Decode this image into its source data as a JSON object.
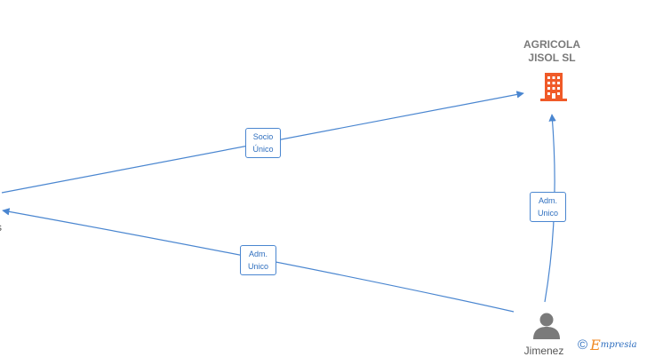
{
  "company": {
    "name": "AGRICOLA\nJISOL  SL",
    "icon": "building-icon",
    "icon_color": "#f05a28"
  },
  "person": {
    "name": "Jimenez",
    "icon": "person-icon",
    "icon_color": "#7a7a7a"
  },
  "left_node": {
    "fragment_top": "s",
    "fragment_bottom": "-"
  },
  "edges": [
    {
      "id": "socio-unico",
      "label": "Socio\nÚnico"
    },
    {
      "id": "adm-unico-left",
      "label": "Adm.\nUnico"
    },
    {
      "id": "adm-unico-right",
      "label": "Adm.\nUnico"
    }
  ],
  "edge_color": "#4a86d0",
  "watermark": {
    "symbol": "©",
    "brand_initial": "E",
    "brand_rest": "mpresia",
    "brand_color": "#2f6fbf",
    "initial_color": "#f08a24"
  }
}
